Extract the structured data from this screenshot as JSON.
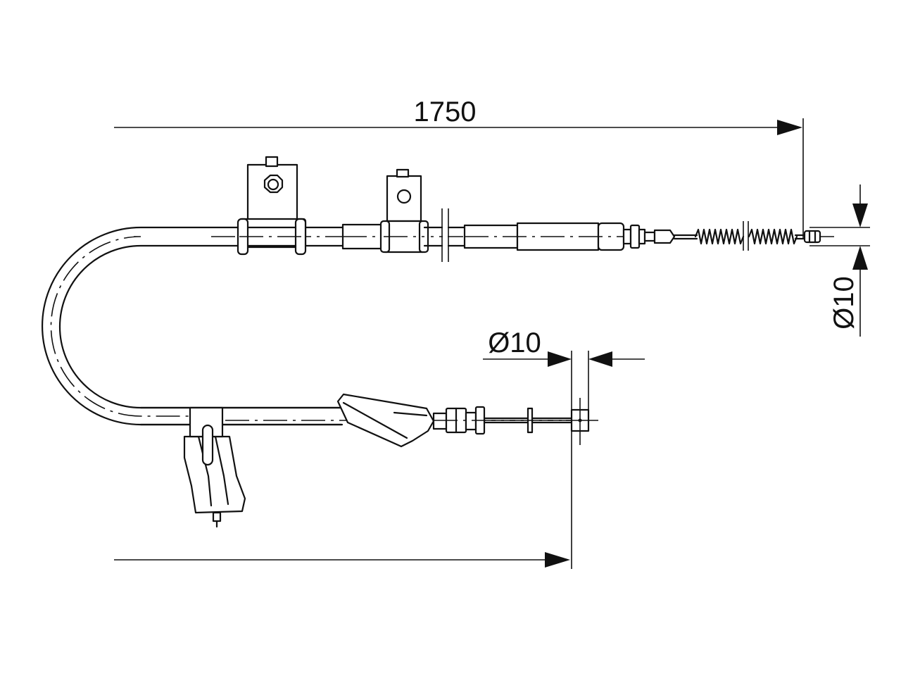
{
  "diagram": {
    "dim_overall_length": "1750",
    "dim_end_diameter_right": "Ø10",
    "dim_end_diameter_bottom": "Ø10"
  }
}
